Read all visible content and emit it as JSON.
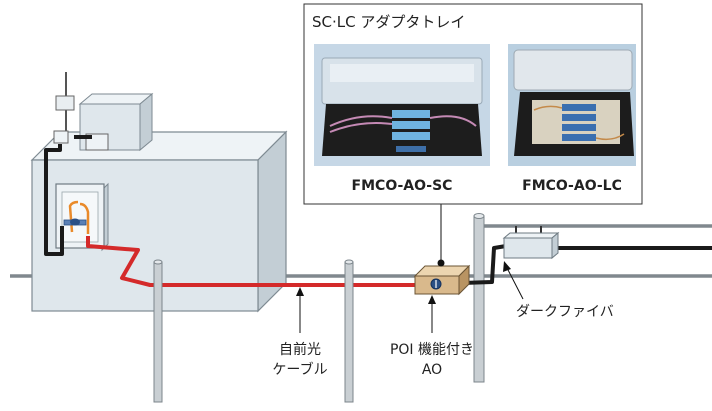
{
  "inset": {
    "title": "SC·LC アダプタトレイ",
    "photos": [
      {
        "caption": "FMCO-AO-SC"
      },
      {
        "caption": "FMCO-AO-LC"
      }
    ]
  },
  "labels": {
    "cable_line1": "自前光",
    "cable_line2": "ケーブル",
    "closure_line1": "POI 機能付き",
    "closure_line2": "AO",
    "dark_fiber": "ダークファイバ"
  },
  "colors": {
    "own_cable": "#d42a2a",
    "dark_fiber": "#1a1a1a",
    "patch_fiber": "#e98a2a",
    "building": "#dfe7ec",
    "building_edge": "#7e8a92",
    "pole": "#c9cfd3",
    "overhead_line": "#7e868c",
    "closure": "#d9b98c"
  }
}
